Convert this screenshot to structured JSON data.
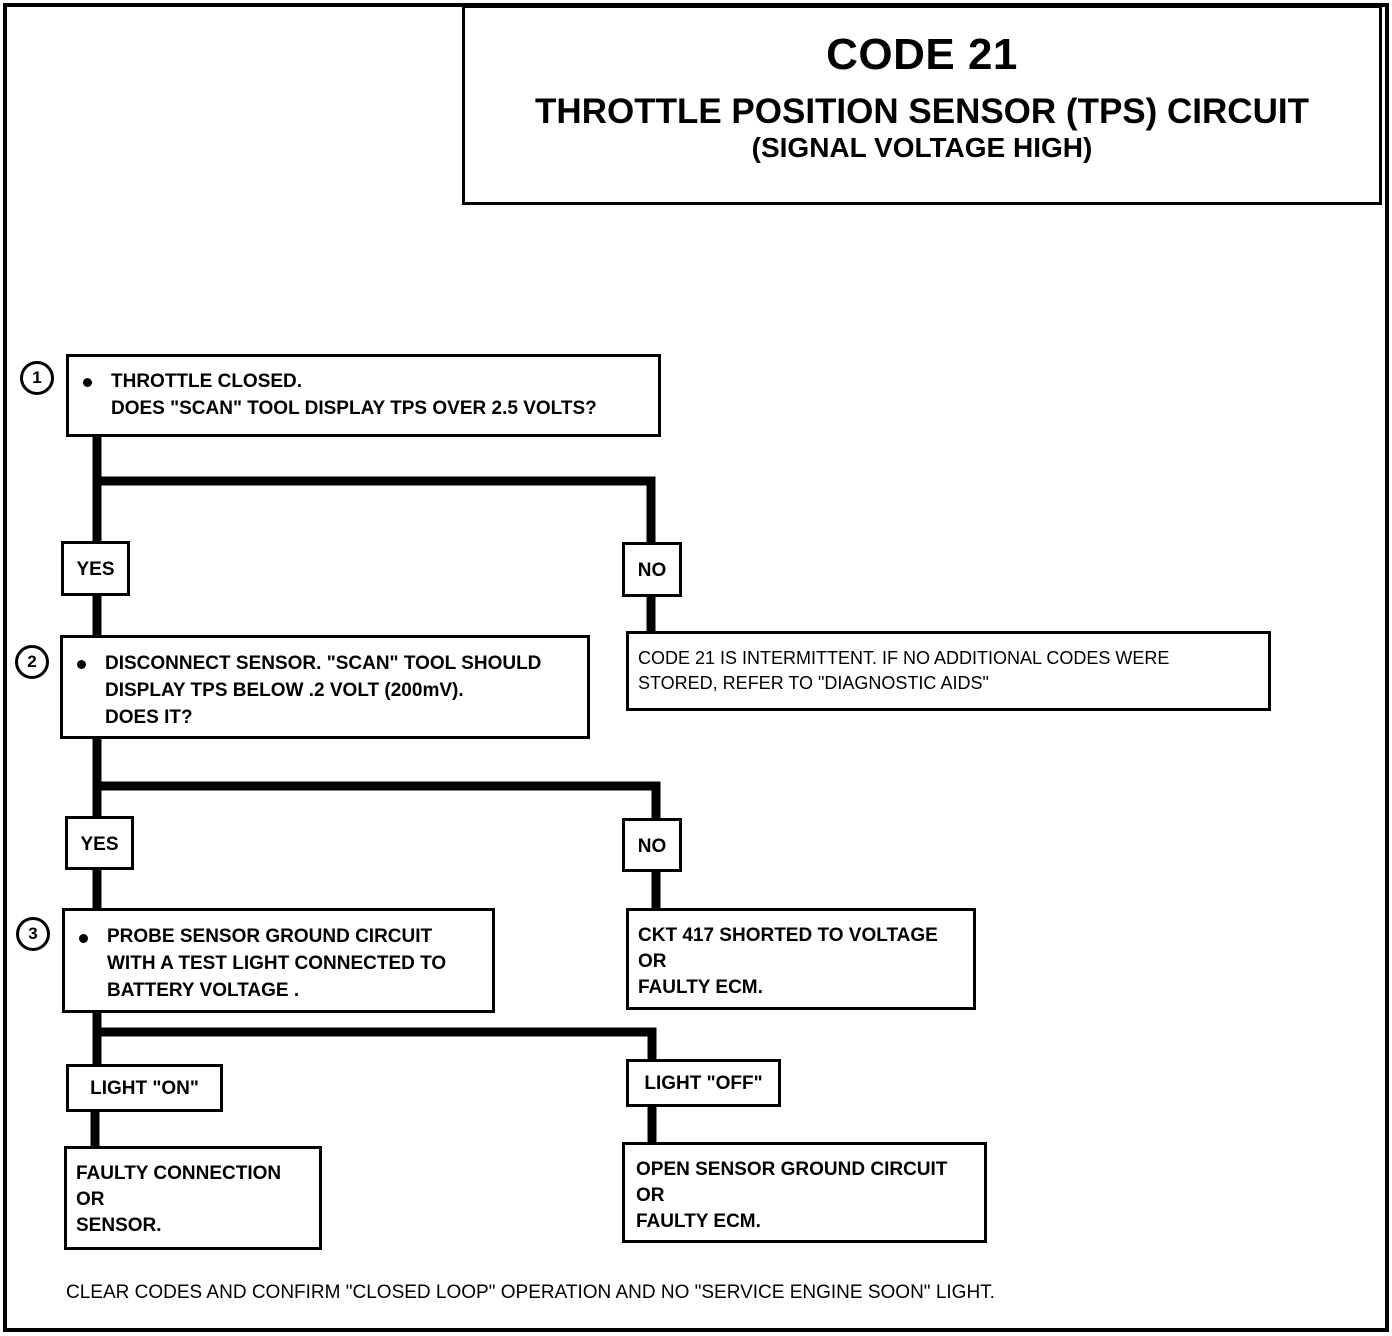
{
  "title": {
    "main": "CODE 21",
    "line1": "THROTTLE POSITION SENSOR (TPS) CIRCUIT",
    "line2": "(SIGNAL VOLTAGE HIGH)"
  },
  "steps": [
    {
      "number": "1",
      "lines": [
        "THROTTLE CLOSED.",
        "DOES \"SCAN\" TOOL DISPLAY TPS OVER 2.5 VOLTS?"
      ]
    },
    {
      "number": "2",
      "lines": [
        "DISCONNECT SENSOR. \"SCAN\" TOOL SHOULD",
        "DISPLAY TPS BELOW .2 VOLT (200mV).",
        "DOES IT?"
      ]
    },
    {
      "number": "3",
      "lines": [
        "PROBE SENSOR GROUND CIRCUIT",
        "WITH A TEST LIGHT CONNECTED TO",
        "BATTERY VOLTAGE ."
      ]
    }
  ],
  "branches": {
    "yes1": "YES",
    "no1": "NO",
    "yes2": "YES",
    "no2": "NO",
    "light_on": "LIGHT \"ON\"",
    "light_off": "LIGHT \"OFF\""
  },
  "results": {
    "intermittent": [
      "CODE 21 IS INTERMITTENT.  IF NO ADDITIONAL CODES WERE",
      "STORED, REFER TO \"DIAGNOSTIC AIDS\""
    ],
    "ckt417": [
      "CKT 417 SHORTED TO VOLTAGE",
      "OR",
      "FAULTY ECM."
    ],
    "faulty_connection": [
      "FAULTY CONNECTION",
      "OR",
      "SENSOR."
    ],
    "open_ground": [
      "OPEN SENSOR GROUND CIRCUIT",
      "OR",
      "FAULTY ECM."
    ]
  },
  "footer": "CLEAR CODES AND CONFIRM \"CLOSED LOOP\" OPERATION AND NO \"SERVICE ENGINE SOON\" LIGHT."
}
